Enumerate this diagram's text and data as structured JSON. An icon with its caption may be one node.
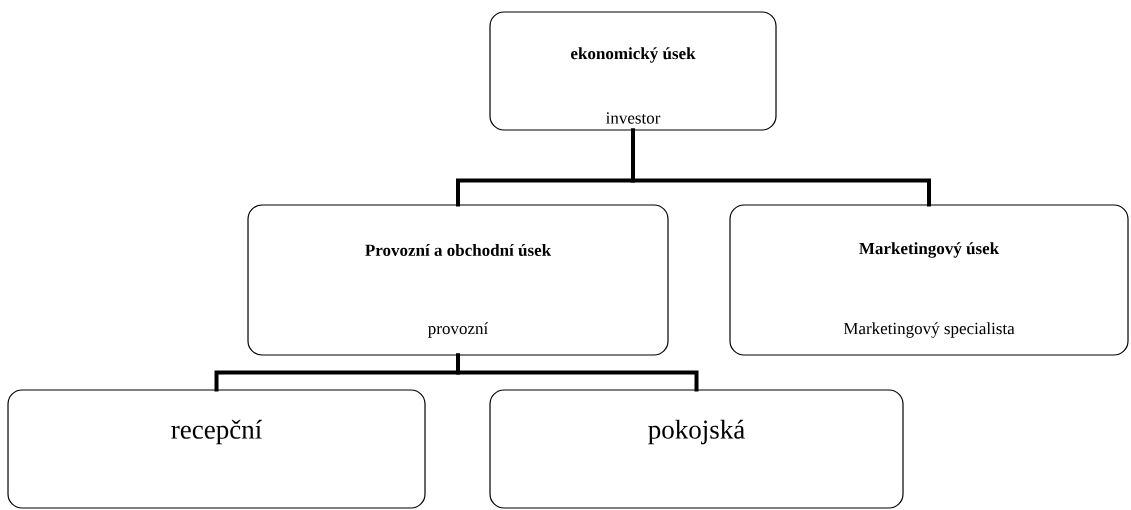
{
  "diagram": {
    "nodes": [
      {
        "text": [
          "ekonomický úsek",
          "investor"
        ]
      },
      {
        "text": [
          "Provozní a obchodní úsek",
          "provozní"
        ]
      },
      {
        "text": [
          "Marketingový úsek",
          "Marketingový specialista"
        ]
      },
      {
        "text": [
          "recepční"
        ]
      },
      {
        "text": [
          "pokojská"
        ]
      }
    ],
    "edges": [
      {
        "from": 0,
        "to": 1,
        "arrow": "none"
      },
      {
        "from": 0,
        "to": 2,
        "arrow": "none"
      },
      {
        "from": 1,
        "to": 3,
        "arrow": "none"
      },
      {
        "from": 1,
        "to": 4,
        "arrow": "none"
      }
    ]
  }
}
